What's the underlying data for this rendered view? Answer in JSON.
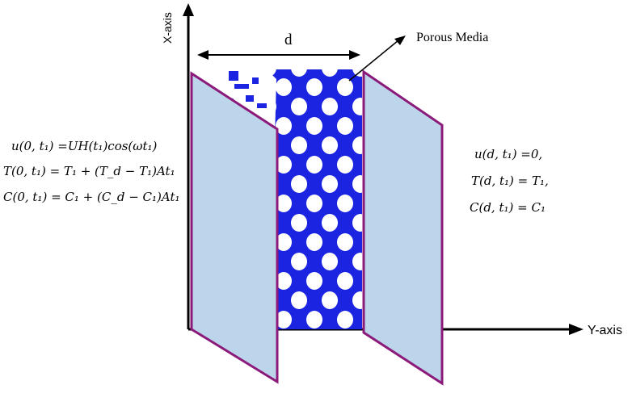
{
  "axes": {
    "x_label": "X-axis",
    "y_label": "Y-axis"
  },
  "gap_label": "d",
  "media_label": "Porous Media",
  "left_conditions": [
    "u(0, t₁) =UH(t₁)cos(ωt₁)",
    "T(0, t₁) = T₁ + (T_d − T₁)At₁",
    "C(0, t₁) = C₁ + (C_d − C₁)At₁"
  ],
  "right_conditions": [
    "u(d, t₁) =0,",
    "T(d, t₁) = T₁,",
    "C(d, t₁) = C₁"
  ],
  "colors": {
    "plate_fill": "#bcd5ea",
    "plate_edge": "#8b1a7a",
    "porous_fill": "#1b24e0",
    "pore": "#ffffff"
  }
}
